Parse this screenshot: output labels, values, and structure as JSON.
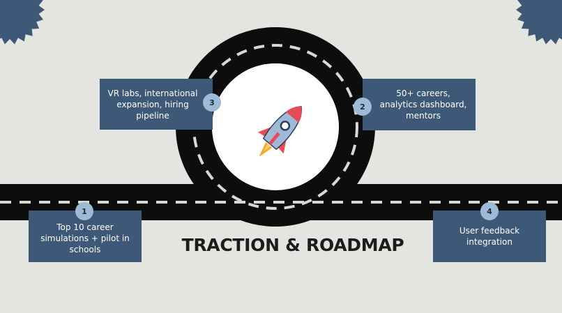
{
  "title": "TRACTION & ROADMAP",
  "milestones": [
    {
      "number": "1",
      "text": "Top 10 career simulations + pilot in schools"
    },
    {
      "number": "2",
      "text": "50+ careers, analytics dashboard, mentors"
    },
    {
      "number": "3",
      "text": "VR labs, international expansion, hiring pipeline"
    },
    {
      "number": "4",
      "text": "User feedback integration"
    }
  ],
  "colors": {
    "background": "#e4e4e0",
    "road": "#0d0d0d",
    "lane_marking": "#d9d9d4",
    "box": "#3e5877",
    "badge": "#9fbad6",
    "burst": "#3e5877"
  },
  "icons": {
    "center": "rocket-icon",
    "corner_left": "starburst-icon",
    "corner_right": "starburst-icon"
  }
}
